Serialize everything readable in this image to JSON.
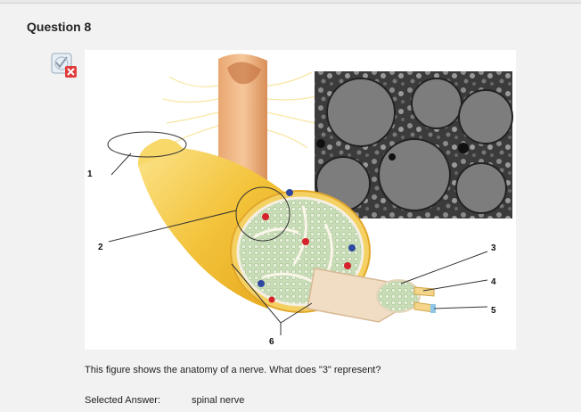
{
  "question": {
    "title": "Question 8",
    "status_icon": "incorrect-check-icon",
    "text": "This figure shows the anatomy of a nerve. What does \"3\" represent?"
  },
  "figure": {
    "labels": [
      "1",
      "2",
      "3",
      "4",
      "5",
      "6"
    ]
  },
  "answer": {
    "label": "Selected Answer:",
    "value": "spinal nerve"
  },
  "colors": {
    "nerve_yellow": "#f3c33a",
    "fascicle_green": "#c9ddb8",
    "incorrect_red": "#e23b3b"
  }
}
